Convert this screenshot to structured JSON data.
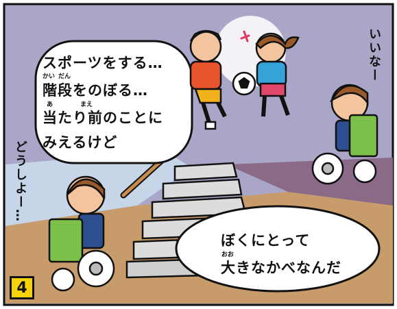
{
  "panel": {
    "number": "4"
  },
  "bubble_left": {
    "lines": [
      "スポーツをする…",
      "階段をのぼる…",
      "当たり前のことに",
      "みえるけど"
    ],
    "rubies": [
      "かい",
      "だん",
      "あ",
      "まえ"
    ]
  },
  "bubble_right": {
    "lines": [
      "ぼくにとって",
      "大きなかべなんだ"
    ],
    "ruby": "おお"
  },
  "vertical_left": "どうしよー…",
  "vertical_right": "いいなー",
  "colors": {
    "background_wall": "#a9a6c8",
    "left_wall": "#c6d6e8",
    "floor": "#c79b6a",
    "stairs": "#d9d9d9",
    "wheelchair_seat": "#7cc04a",
    "badge": "#f5d20a"
  }
}
